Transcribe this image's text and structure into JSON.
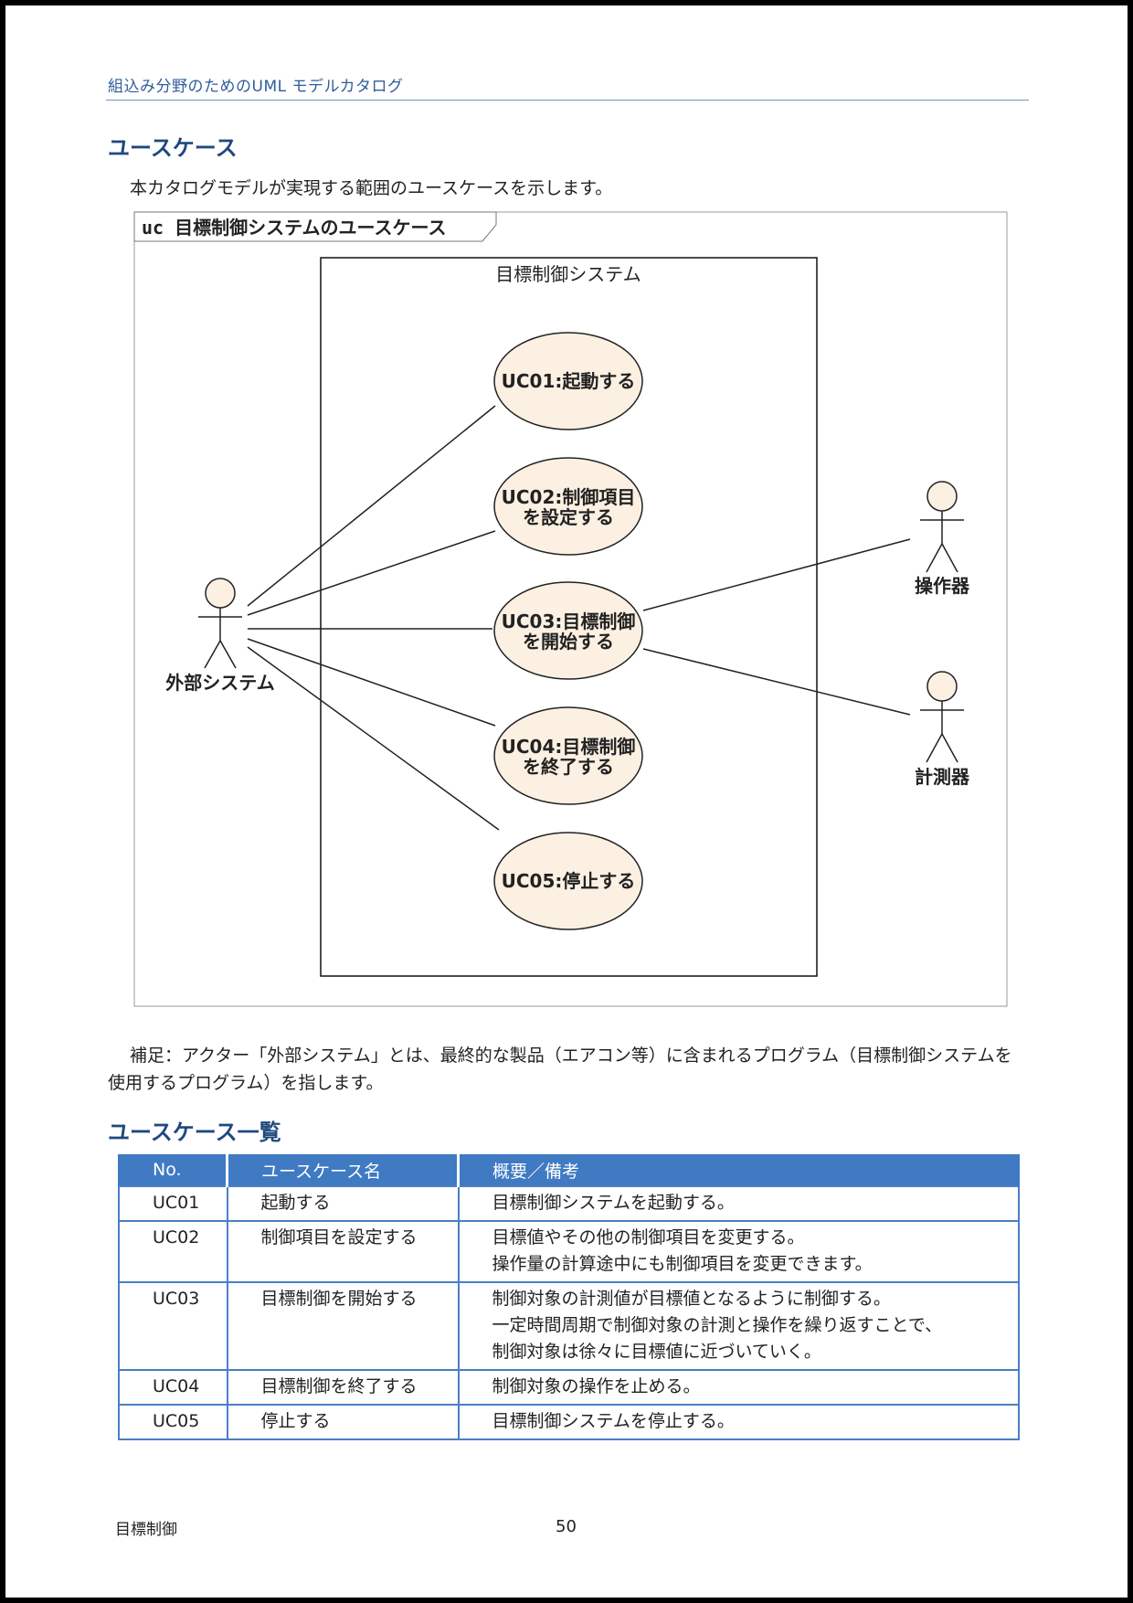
{
  "header": {
    "running_title": "組込み分野のためのUML モデルカタログ"
  },
  "section1": {
    "title": "ユースケース",
    "intro": "本カタログモデルが実現する範囲のユースケースを示します。"
  },
  "diagram": {
    "frame_label": "uc 目標制御システムのユースケース",
    "system_name": "目標制御システム",
    "use_cases": [
      {
        "id": "UC01",
        "lines": [
          "UC01:起動する"
        ]
      },
      {
        "id": "UC02",
        "lines": [
          "UC02:制御項目",
          "を設定する"
        ]
      },
      {
        "id": "UC03",
        "lines": [
          "UC03:目標制御",
          "を開始する"
        ]
      },
      {
        "id": "UC04",
        "lines": [
          "UC04:目標制御",
          "を終了する"
        ]
      },
      {
        "id": "UC05",
        "lines": [
          "UC05:停止する"
        ]
      }
    ],
    "actors": {
      "external": "外部システム",
      "operator": "操作器",
      "meter": "計測器"
    },
    "colors": {
      "usecase_fill": "#fbf0e2",
      "actor_fill": "#fbf0e2",
      "line": "#222222"
    }
  },
  "note": "補足：アクター「外部システム」とは、最終的な製品（エアコン等）に含まれるプログラム（目標制御システムを使用するプログラム）を指します。",
  "section2": {
    "title": "ユースケース一覧"
  },
  "table": {
    "headers": [
      "No.",
      "ユースケース名",
      "概要／備考"
    ],
    "rows": [
      {
        "no": "UC01",
        "name": "起動する",
        "desc": [
          "目標制御システムを起動する。"
        ]
      },
      {
        "no": "UC02",
        "name": "制御項目を設定する",
        "desc": [
          "目標値やその他の制御項目を変更する。",
          "操作量の計算途中にも制御項目を変更できます。"
        ]
      },
      {
        "no": "UC03",
        "name": "目標制御を開始する",
        "desc": [
          "制御対象の計測値が目標値となるように制御する。",
          "一定時間周期で制御対象の計測と操作を繰り返すことで、",
          "制御対象は徐々に目標値に近づいていく。"
        ]
      },
      {
        "no": "UC04",
        "name": "目標制御を終了する",
        "desc": [
          "制御対象の操作を止める。"
        ]
      },
      {
        "no": "UC05",
        "name": "停止する",
        "desc": [
          "目標制御システムを停止する。"
        ]
      }
    ],
    "header_color": "#3f7ac3",
    "border_color": "#4a7fc4"
  },
  "footer": {
    "left": "目標制御",
    "page_number": "50"
  }
}
